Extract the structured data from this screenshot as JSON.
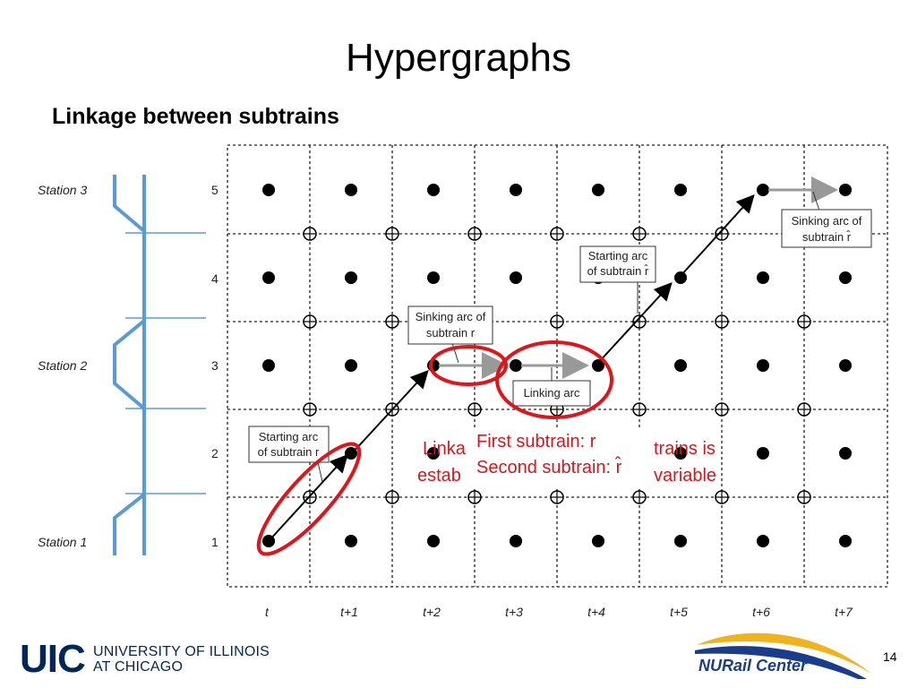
{
  "slide": {
    "title": "Hypergraphs",
    "subtitle": "Linkage between subtrains",
    "page_number": "14"
  },
  "stations": [
    "Station 3",
    "Station 2",
    "Station 1"
  ],
  "rows": [
    "5",
    "4",
    "3",
    "2",
    "1"
  ],
  "columns": [
    "t",
    "t+1",
    "t+2",
    "t+3",
    "t+4",
    "t+5",
    "t+6",
    "t+7"
  ],
  "callouts": {
    "sink_hat": [
      "Sinking arc of",
      "subtrain r̂"
    ],
    "start_hat": [
      "Starting arc",
      "of subtrain r̂"
    ],
    "sink_r": [
      "Sinking arc of",
      "subtrain r"
    ],
    "link": "Linking arc",
    "start_r": [
      "Starting arc",
      "of subtrain r"
    ]
  },
  "overlay": {
    "line1_left": "Linka",
    "line1_right": "trains is",
    "line2_left": "estab",
    "line2_right": "variable",
    "first_subtrain": "First subtrain: r",
    "second_subtrain": "Second subtrain: r̂"
  },
  "logos": {
    "uic_letters": "UIC",
    "uic_line1": "UNIVERSITY OF ILLINOIS",
    "uic_line2": "AT CHICAGO",
    "nurail": "NURail Center"
  },
  "colors": {
    "track": "#5b9bd5",
    "highlight": "#e0141b",
    "overlay_text": "#d9141b",
    "uic_navy": "#00275a",
    "nurail_blue": "#1a3c8c",
    "nurail_gold": "#f2b21b"
  }
}
